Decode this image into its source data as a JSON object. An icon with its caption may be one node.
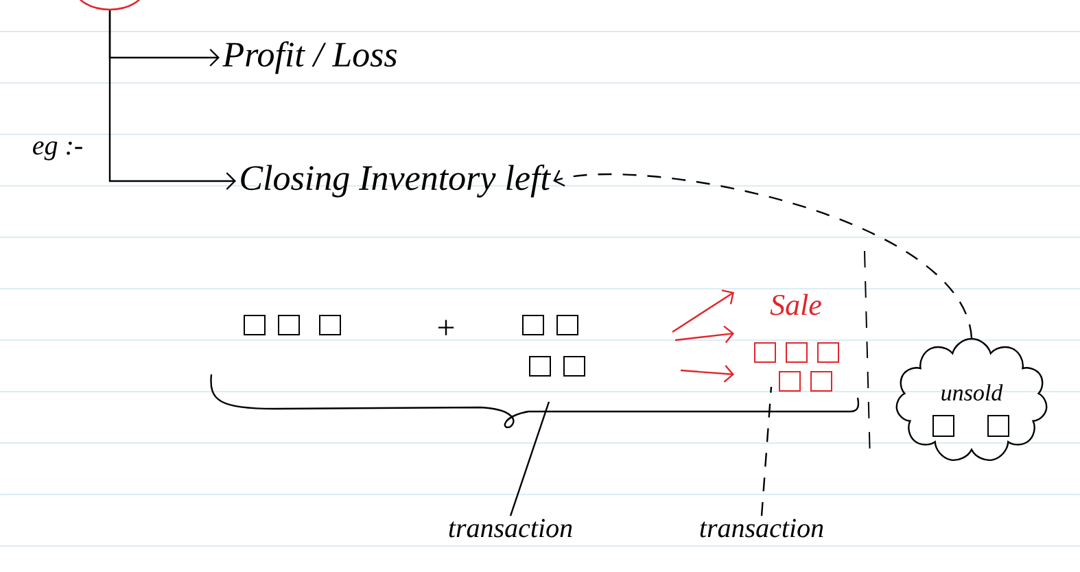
{
  "diagram": {
    "nodes": [
      {
        "text": [],
        "shape": "circle"
      },
      {
        "text": [
          "Profit / Loss"
        ]
      },
      {
        "text": [
          "Closing Inventory left"
        ]
      },
      {
        "text": [
          "Sale"
        ]
      },
      {
        "text": [
          "unsold"
        ]
      },
      {
        "text": [
          "transaction"
        ]
      },
      {
        "text": [
          "transaction"
        ]
      }
    ],
    "edges": [
      {
        "from": 0,
        "to": 1,
        "arrow": "to"
      },
      {
        "from": 0,
        "to": 2,
        "arrow": "to"
      },
      {
        "from": 4,
        "to": 2,
        "arrow": "to",
        "style": "dashed"
      },
      {
        "from": 5,
        "to": null,
        "arrow": "none"
      },
      {
        "from": 6,
        "to": null,
        "arrow": "none",
        "style": "dashed"
      }
    ],
    "labels": [
      "eg :-",
      "+"
    ]
  }
}
